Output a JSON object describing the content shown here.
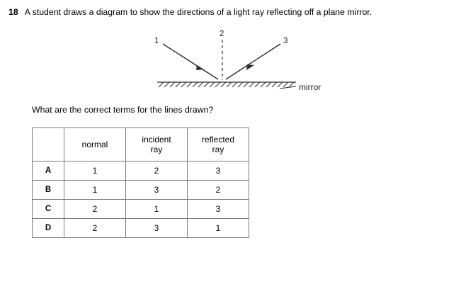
{
  "question": {
    "number": "18",
    "text": "A student draws a diagram to show the directions of a light ray reflecting off a plane mirror."
  },
  "diagram": {
    "labels": {
      "ray_1": "1",
      "normal_2": "2",
      "ray_3": "3",
      "mirror": "mirror"
    }
  },
  "prompt": "What are the correct terms for the lines drawn?",
  "table": {
    "headers": {
      "blank": "",
      "normal": "normal",
      "incident_ray_line1": "incident",
      "incident_ray_line2": "ray",
      "reflected_ray_line1": "reflected",
      "reflected_ray_line2": "ray"
    },
    "rows": [
      {
        "label": "A",
        "normal": "1",
        "incident": "2",
        "reflected": "3"
      },
      {
        "label": "B",
        "normal": "1",
        "incident": "3",
        "reflected": "2"
      },
      {
        "label": "C",
        "normal": "2",
        "incident": "1",
        "reflected": "3"
      },
      {
        "label": "D",
        "normal": "2",
        "incident": "3",
        "reflected": "1"
      }
    ]
  }
}
